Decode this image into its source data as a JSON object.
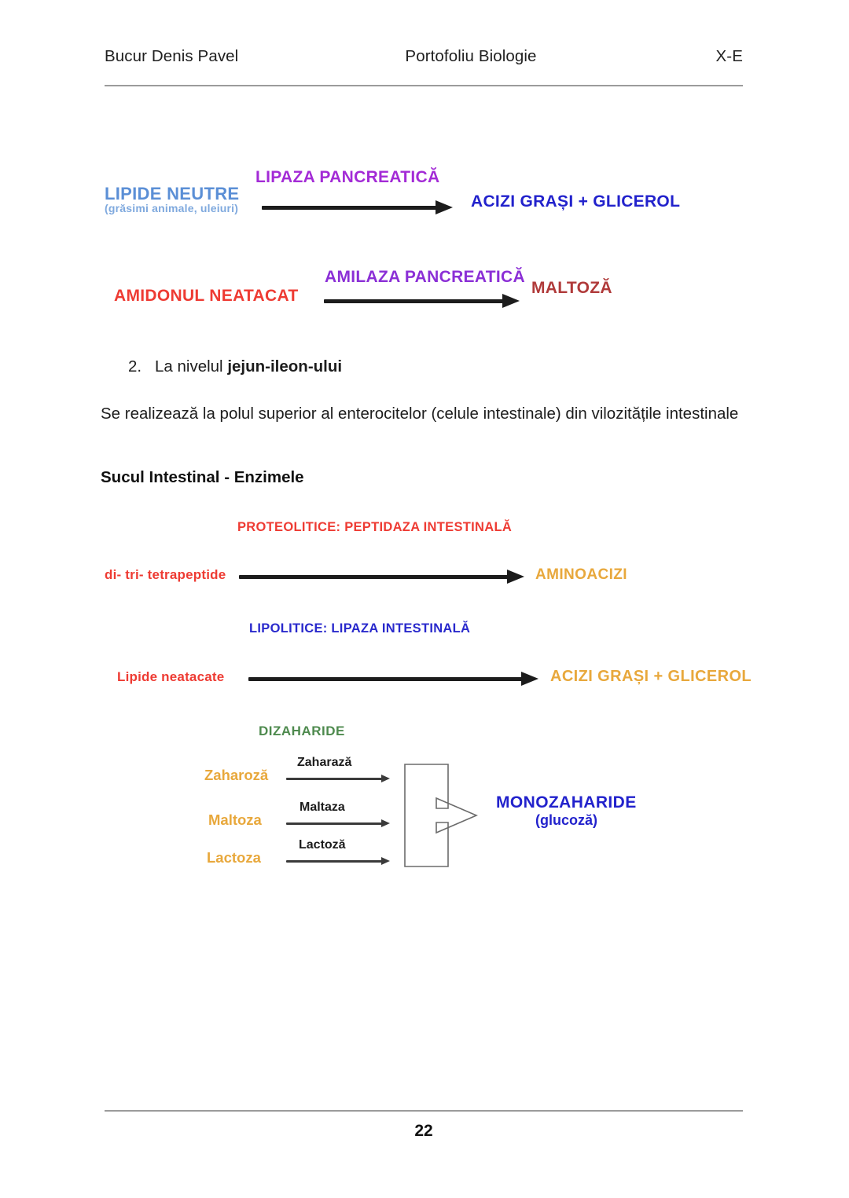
{
  "header": {
    "author": "Bucur Denis Pavel",
    "title": "Portofoliu Biologie",
    "class": "X-E"
  },
  "footer": {
    "page_number": "22"
  },
  "colors": {
    "light_blue": "#5B8FD6",
    "pale_blue": "#7FA9DE",
    "purple": "#A32BD6",
    "violet": "#8B2FD6",
    "strong_blue": "#2222CC",
    "red": "#EE3B33",
    "brick_red": "#B03A3A",
    "orange": "#E8A83C",
    "green": "#4E8A4E",
    "black": "#1c1c1c"
  },
  "figures": {
    "lipide_neutre": {
      "substrate": "LIPIDE NEUTRE",
      "substrate_note": "(grăsimi animale, uleiuri)",
      "enzyme": "LIPAZA PANCREATICĂ",
      "product": "ACIZI GRAȘI + GLICEROL"
    },
    "amidon": {
      "substrate": "AMIDONUL NEATACAT",
      "enzyme": "AMILAZA PANCREATICĂ",
      "product": "MALTOZĂ"
    },
    "proteolitice": {
      "enzyme_heading": "PROTEOLITICE: PEPTIDAZA INTESTINALĂ",
      "substrate": "di- tri- tetrapeptide",
      "product": "AMINOACIZI"
    },
    "lipolitice": {
      "enzyme_heading": "LIPOLITICE: LIPAZA INTESTINALĂ",
      "substrate": "Lipide neatacate",
      "product": "ACIZI GRAȘI + GLICEROL"
    },
    "dizaharide": {
      "heading": "DIZAHARIDE",
      "rows": [
        {
          "substrate": "Zaharoză",
          "enzyme": "Zaharază"
        },
        {
          "substrate": "Maltoza",
          "enzyme": "Maltaza"
        },
        {
          "substrate": "Lactoza",
          "enzyme": "Lactoză"
        }
      ],
      "product": "MONOZAHARIDE",
      "product_note": "(glucoză)"
    }
  },
  "body": {
    "list_marker": "2.",
    "list_text_plain": "La nivelul ",
    "list_text_bold": "jejun-ileon-ului",
    "paragraph": "Se realizează la polul superior al enterocitelor (celule intestinale) din vilozitățile intestinale",
    "section_heading": "Sucul Intestinal - Enzimele"
  }
}
